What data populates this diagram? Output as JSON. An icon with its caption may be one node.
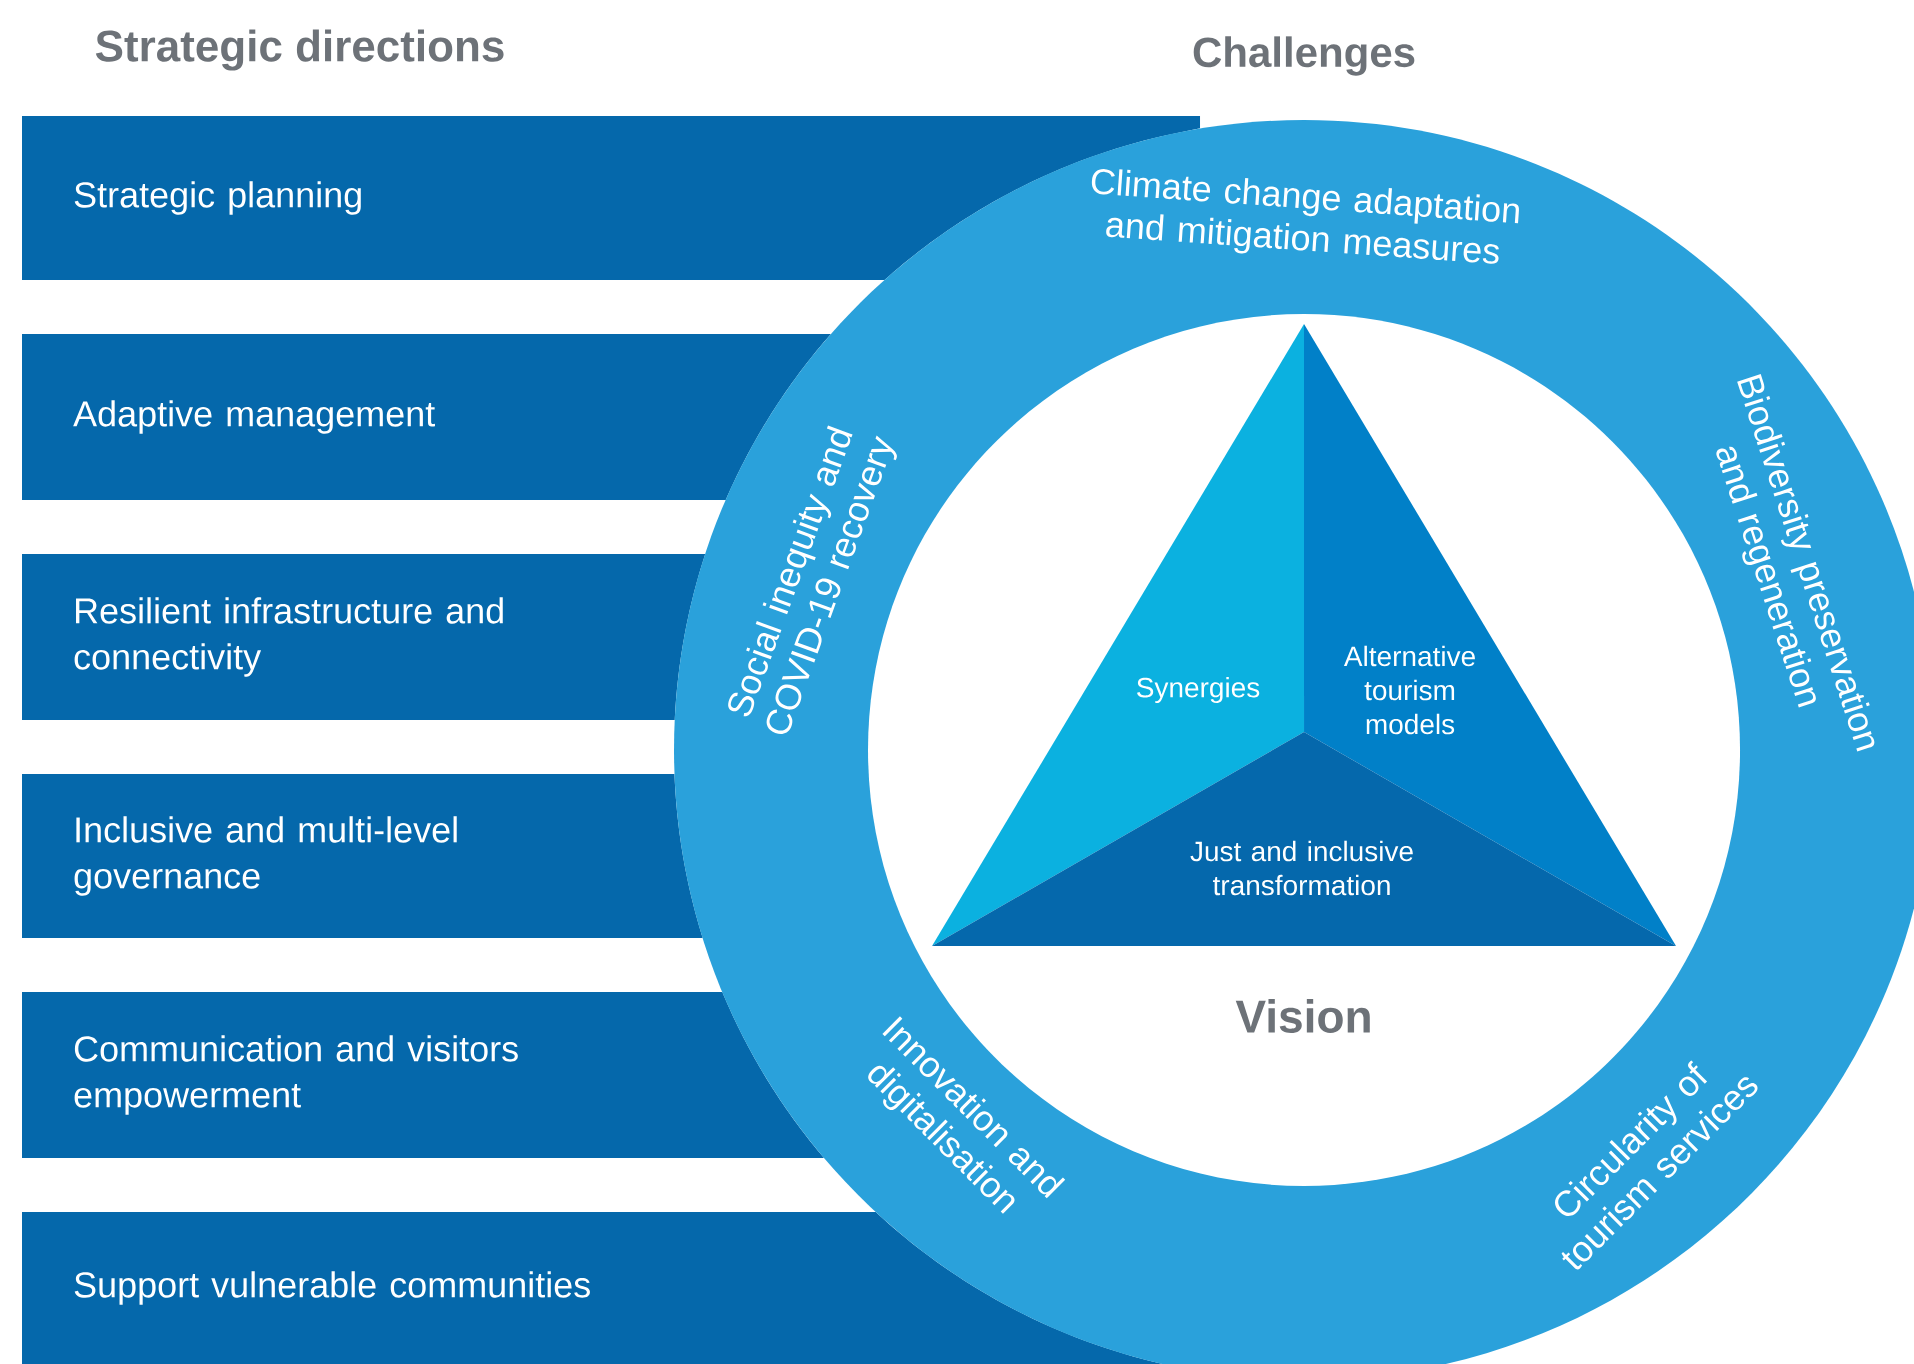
{
  "diagram": {
    "nodes": [
      {
        "text": [
          "Strategic planning"
        ]
      },
      {
        "text": [
          "Adaptive management"
        ]
      },
      {
        "text": [
          "Resilient infrastructure and connectivity"
        ]
      },
      {
        "text": [
          "Inclusive and multi-level governance"
        ]
      },
      {
        "text": [
          "Communication and visitors empowerment"
        ]
      },
      {
        "text": [
          "Support vulnerable communities"
        ]
      },
      {
        "text": [
          "Challenges",
          "Climate change adaptation and mitigation measures",
          "Biodiversity preservation and regeneration",
          "Circularity of tourism services",
          "Innovation and digitalisation",
          "Social inequity and COVID-19 recovery"
        ]
      },
      {
        "text": [
          "Vision"
        ],
        "in": 6
      },
      {
        "text": [
          "Synergies"
        ],
        "in": 7
      },
      {
        "text": [
          "Alternative tourism models"
        ],
        "in": 7
      },
      {
        "text": [
          "Just and inclusive transformation"
        ],
        "in": 7
      }
    ],
    "labels": [
      "Strategic directions"
    ]
  }
}
